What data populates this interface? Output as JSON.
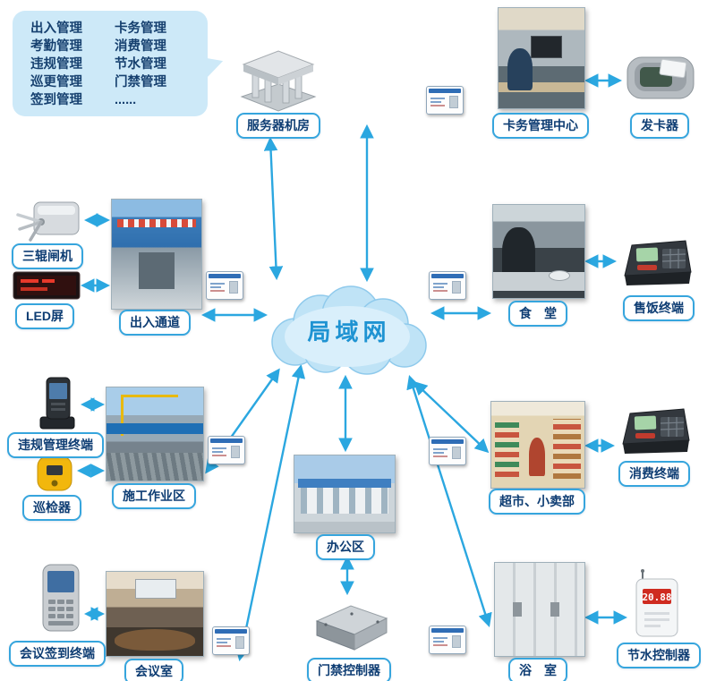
{
  "callout": {
    "rows": [
      {
        "left": "出入管理",
        "right": "卡务管理"
      },
      {
        "left": "考勤管理",
        "right": "消费管理"
      },
      {
        "left": "违规管理",
        "right": "节水管理"
      },
      {
        "left": "巡更管理",
        "right": "门禁管理"
      },
      {
        "left": "签到管理",
        "right": "......"
      }
    ]
  },
  "cloud": {
    "label": "局域网"
  },
  "labels": {
    "server_room": "服务器机房",
    "card_center": "卡务管理中心",
    "card_issuer": "发卡器",
    "turnstile": "三辊闸机",
    "led_screen": "LED屏",
    "entrance": "出入通道",
    "violation_terminal": "违规管理终端",
    "patrol_device": "巡检器",
    "work_area": "施工作业区",
    "meeting_terminal": "会议签到终端",
    "meeting_room": "会议室",
    "office_area": "办公区",
    "door_controller": "门禁控制器",
    "canteen": "食　堂",
    "meal_terminal": "售饭终端",
    "supermarket": "超市、小卖部",
    "consumption_terminal": "消费终端",
    "bathroom": "浴　室",
    "water_controller": "节水控制器"
  },
  "devices": {
    "water_display": "20.88"
  },
  "colors": {
    "arrow": "#2ba7e0",
    "label_border": "#36a5dd",
    "label_text": "#0e3d73",
    "cloud_fill": "#c4e6f7",
    "cloud_text": "#1e93d2",
    "callout_bg": "#cde9f8",
    "callout_text": "#16406f"
  }
}
